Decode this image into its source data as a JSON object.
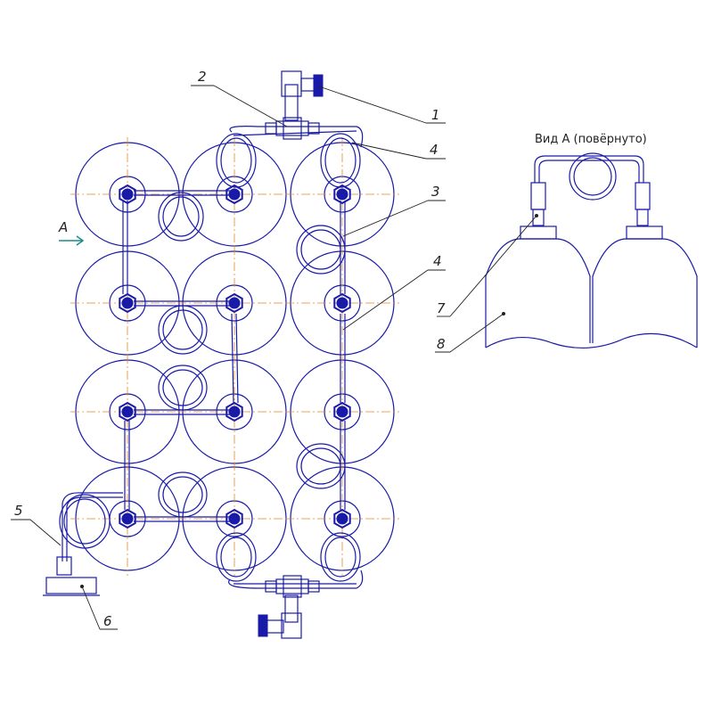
{
  "view_title": "Вид А (повёрнуто)",
  "view_arrow_label": "А",
  "callouts": {
    "c1": "1",
    "c2": "2",
    "c3": "3",
    "c4a": "4",
    "c4b": "4",
    "c5": "5",
    "c6": "6",
    "c7": "7",
    "c8": "8"
  },
  "colors": {
    "outline": "#1a1aa8",
    "centerline": "#e08a2a",
    "leader": "#222222",
    "arrow": "#1a8a8a"
  }
}
